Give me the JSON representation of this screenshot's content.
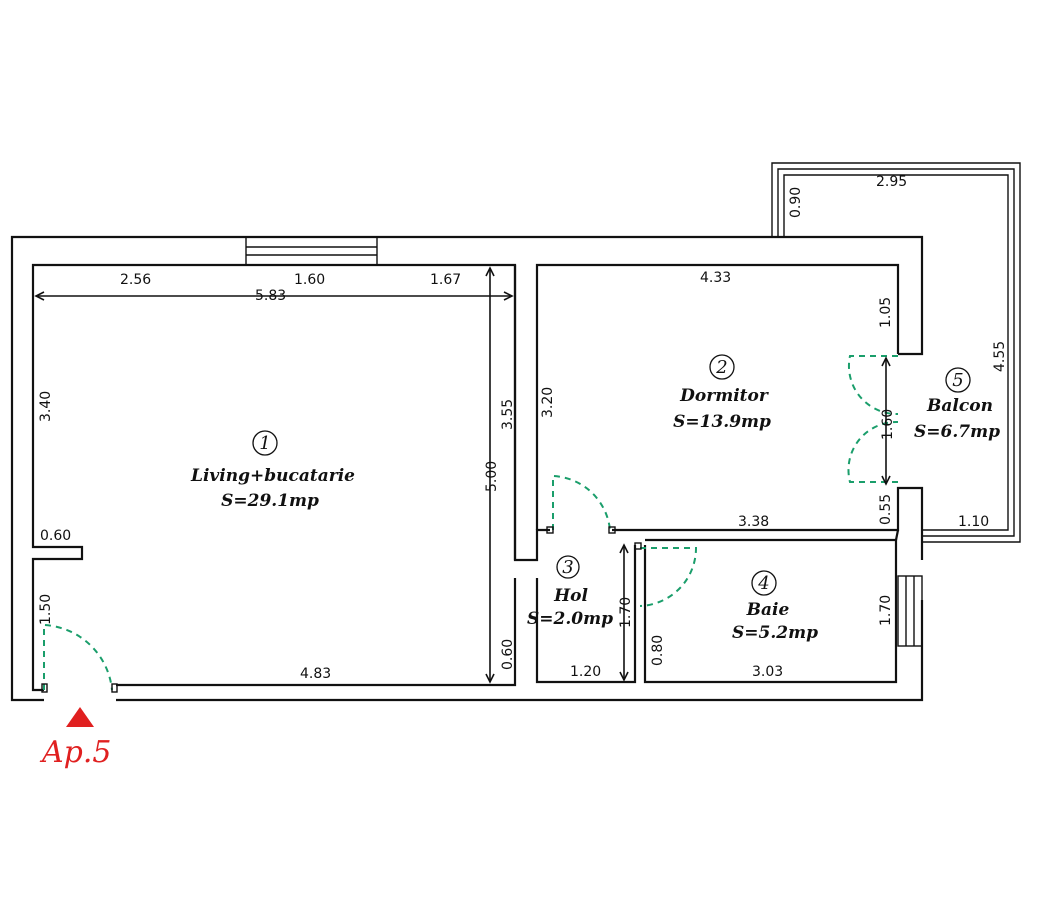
{
  "rooms": [
    {
      "number": "1",
      "name": "Living+bucatarie",
      "area": "S=29.1mp"
    },
    {
      "number": "2",
      "name": "Dormitor",
      "area": "S=13.9mp"
    },
    {
      "number": "3",
      "name": "Hol",
      "area": "S=2.0mp"
    },
    {
      "number": "4",
      "name": "Baie",
      "area": "S=5.2mp"
    },
    {
      "number": "5",
      "name": "Balcon",
      "area": "S=6.7mp"
    }
  ],
  "dimensions": {
    "living_top_left": "2.56",
    "living_top_window": "1.60",
    "living_top_right": "1.67",
    "living_width": "5.83",
    "living_left_upper": "3.40",
    "living_wall_stub": "0.60",
    "living_left_door": "1.50",
    "living_bottom": "4.83",
    "living_right_upper": "3.55",
    "living_height": "5.00",
    "living_right_lower": "0.60",
    "dorm_top": "4.33",
    "dorm_left": "3.20",
    "dorm_right_upper": "1.05",
    "dorm_door": "1.60",
    "dorm_right_lower": "0.55",
    "dorm_bottom": "3.38",
    "balcony_top": "2.95",
    "balcony_left": "0.90",
    "balcony_right": "4.55",
    "balcony_bottom": "1.10",
    "hall_height": "1.70",
    "hall_bottom": "1.20",
    "bath_left": "0.80",
    "bath_bottom": "3.03",
    "bath_right": "1.70"
  },
  "apartment_label": "Ap.5",
  "colors": {
    "walls": "#111111",
    "doors": "#1a9e6b",
    "entrance_marker": "#e02020"
  }
}
